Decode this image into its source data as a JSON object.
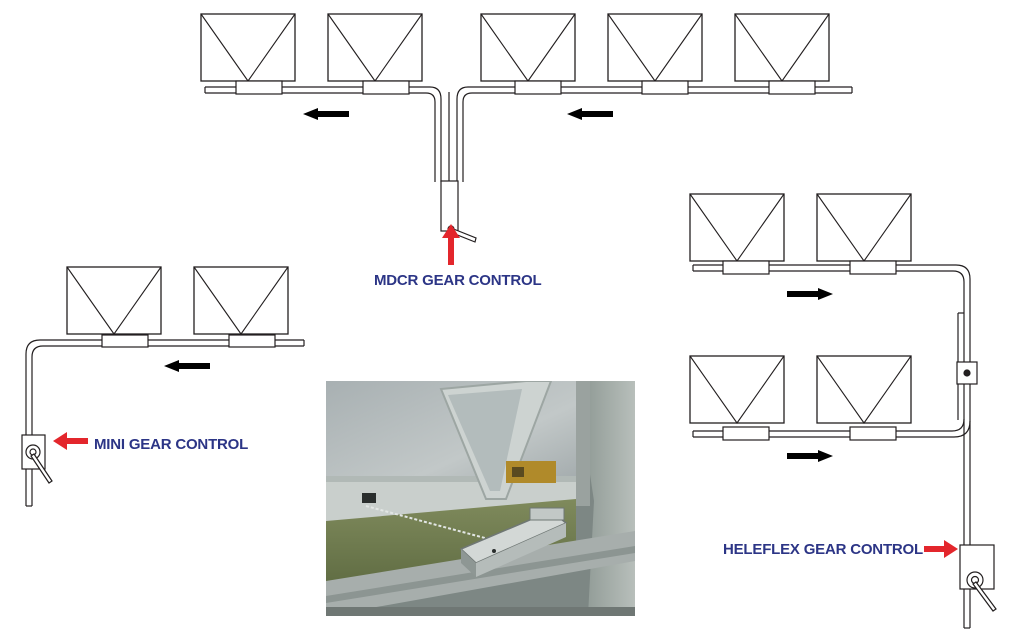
{
  "labels": {
    "mdcr": "MDCR GEAR CONTROL",
    "mini": "MINI GEAR CONTROL",
    "heleflex": "HELEFLEX GEAR CONTROL"
  },
  "colors": {
    "label": "#2c3586",
    "pointer_arrow": "#e3262c",
    "line": "#231f20",
    "flow_arrow": "#000000"
  },
  "photo": {
    "subject": "window-opener-actuator-photo"
  }
}
